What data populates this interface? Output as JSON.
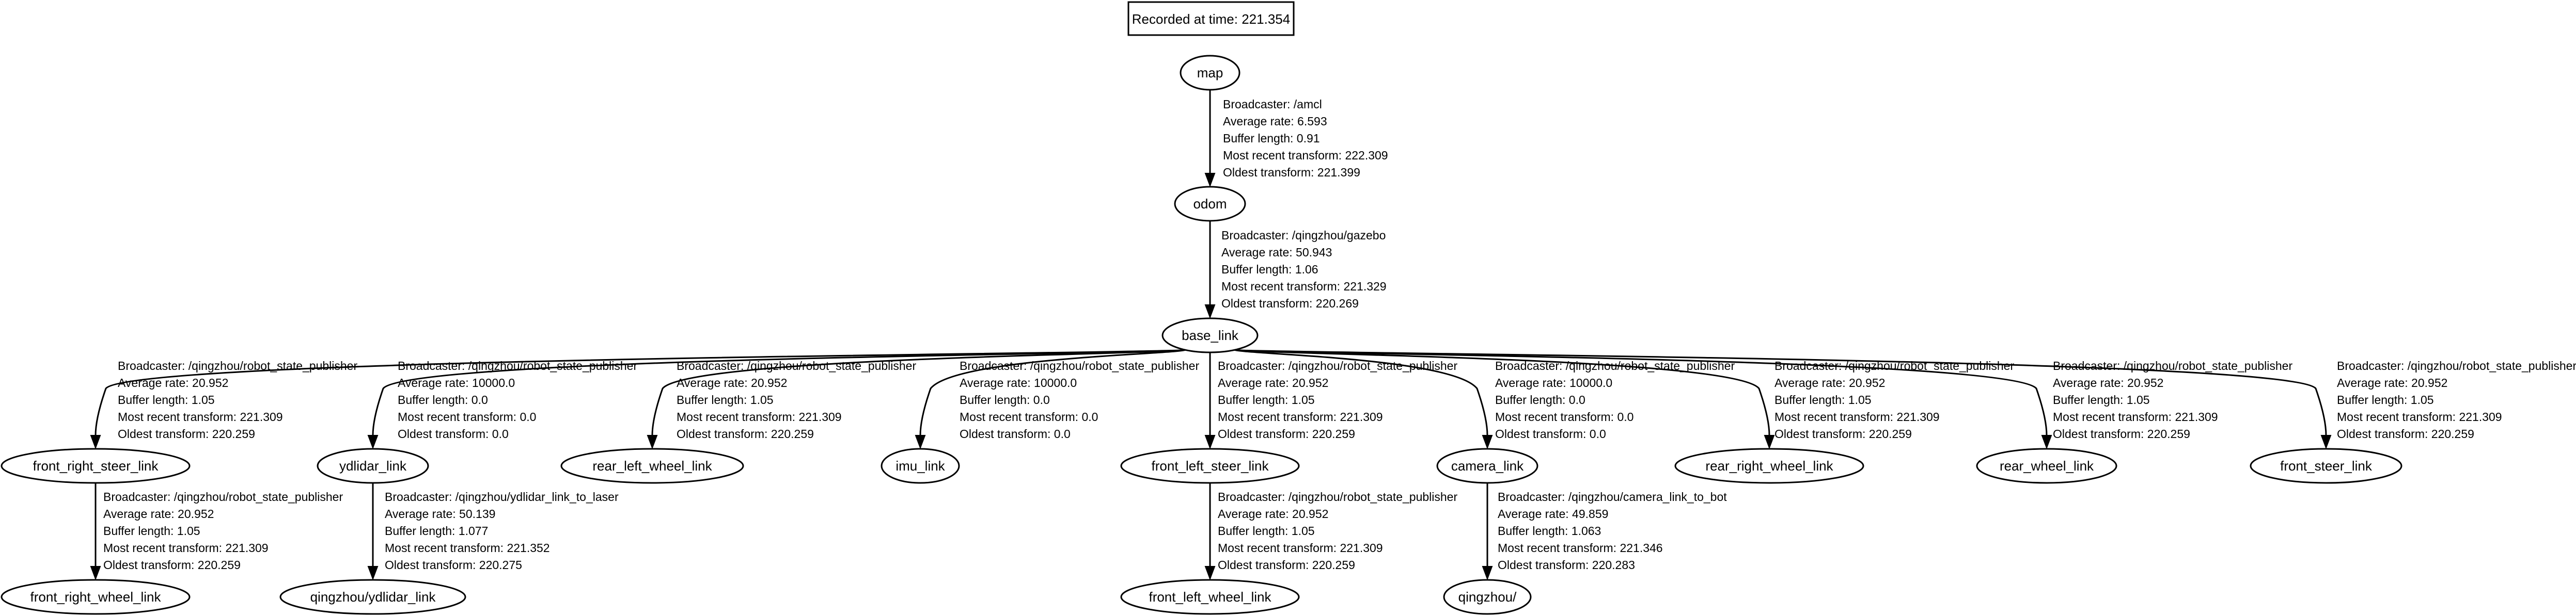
{
  "recorded": "Recorded at time: 221.354",
  "nodes": {
    "map": "map",
    "odom": "odom",
    "base_link": "base_link",
    "front_right_steer_link": "front_right_steer_link",
    "ydlidar_link": "ydlidar_link",
    "rear_left_wheel_link": "rear_left_wheel_link",
    "imu_link": "imu_link",
    "front_left_steer_link": "front_left_steer_link",
    "camera_link": "camera_link",
    "rear_right_wheel_link": "rear_right_wheel_link",
    "rear_wheel_link": "rear_wheel_link",
    "front_steer_link": "front_steer_link",
    "front_right_wheel_link": "front_right_wheel_link",
    "qingzhou_ydlidar": "qingzhou/ydlidar_link",
    "front_left_wheel_link": "front_left_wheel_link",
    "qingzhou": "qingzhou/"
  },
  "edges": {
    "map_odom": [
      "Broadcaster: /amcl",
      "Average rate: 6.593",
      "Buffer length: 0.91",
      "Most recent transform: 222.309",
      "Oldest transform: 221.399"
    ],
    "odom_base": [
      "Broadcaster: /qingzhou/gazebo",
      "Average rate: 50.943",
      "Buffer length: 1.06",
      "Most recent transform: 221.329",
      "Oldest transform: 220.269"
    ],
    "base_frs": [
      "Broadcaster: /qingzhou/robot_state_publisher",
      "Average rate: 20.952",
      "Buffer length: 1.05",
      "Most recent transform: 221.309",
      "Oldest transform: 220.259"
    ],
    "base_ydlidar": [
      "Broadcaster: /qingzhou/robot_state_publisher",
      "Average rate: 10000.0",
      "Buffer length: 0.0",
      "Most recent transform: 0.0",
      "Oldest transform: 0.0"
    ],
    "base_rlw": [
      "Broadcaster: /qingzhou/robot_state_publisher",
      "Average rate: 20.952",
      "Buffer length: 1.05",
      "Most recent transform: 221.309",
      "Oldest transform: 220.259"
    ],
    "base_imu": [
      "Broadcaster: /qingzhou/robot_state_publisher",
      "Average rate: 10000.0",
      "Buffer length: 0.0",
      "Most recent transform: 0.0",
      "Oldest transform: 0.0"
    ],
    "base_fls": [
      "Broadcaster: /qingzhou/robot_state_publisher",
      "Average rate: 20.952",
      "Buffer length: 1.05",
      "Most recent transform: 221.309",
      "Oldest transform: 220.259"
    ],
    "base_camera": [
      "Broadcaster: /qingzhou/robot_state_publisher",
      "Average rate: 10000.0",
      "Buffer length: 0.0",
      "Most recent transform: 0.0",
      "Oldest transform: 0.0"
    ],
    "base_rrw": [
      "Broadcaster: /qingzhou/robot_state_publisher",
      "Average rate: 20.952",
      "Buffer length: 1.05",
      "Most recent transform: 221.309",
      "Oldest transform: 220.259"
    ],
    "base_rw": [
      "Broadcaster: /qingzhou/robot_state_publisher",
      "Average rate: 20.952",
      "Buffer length: 1.05",
      "Most recent transform: 221.309",
      "Oldest transform: 220.259"
    ],
    "base_fs": [
      "Broadcaster: /qingzhou/robot_state_publisher",
      "Average rate: 20.952",
      "Buffer length: 1.05",
      "Most recent transform: 221.309",
      "Oldest transform: 220.259"
    ],
    "frs_frw": [
      "Broadcaster: /qingzhou/robot_state_publisher",
      "Average rate: 20.952",
      "Buffer length: 1.05",
      "Most recent transform: 221.309",
      "Oldest transform: 220.259"
    ],
    "ydlidar_qz": [
      "Broadcaster: /qingzhou/ydlidar_link_to_laser",
      "Average rate: 50.139",
      "Buffer length: 1.077",
      "Most recent transform: 221.352",
      "Oldest transform: 220.275"
    ],
    "fls_flw": [
      "Broadcaster: /qingzhou/robot_state_publisher",
      "Average rate: 20.952",
      "Buffer length: 1.05",
      "Most recent transform: 221.309",
      "Oldest transform: 220.259"
    ],
    "camera_qz": [
      "Broadcaster: /qingzhou/camera_link_to_bot",
      "Average rate: 49.859",
      "Buffer length: 1.063",
      "Most recent transform: 221.346",
      "Oldest transform: 220.283"
    ]
  }
}
